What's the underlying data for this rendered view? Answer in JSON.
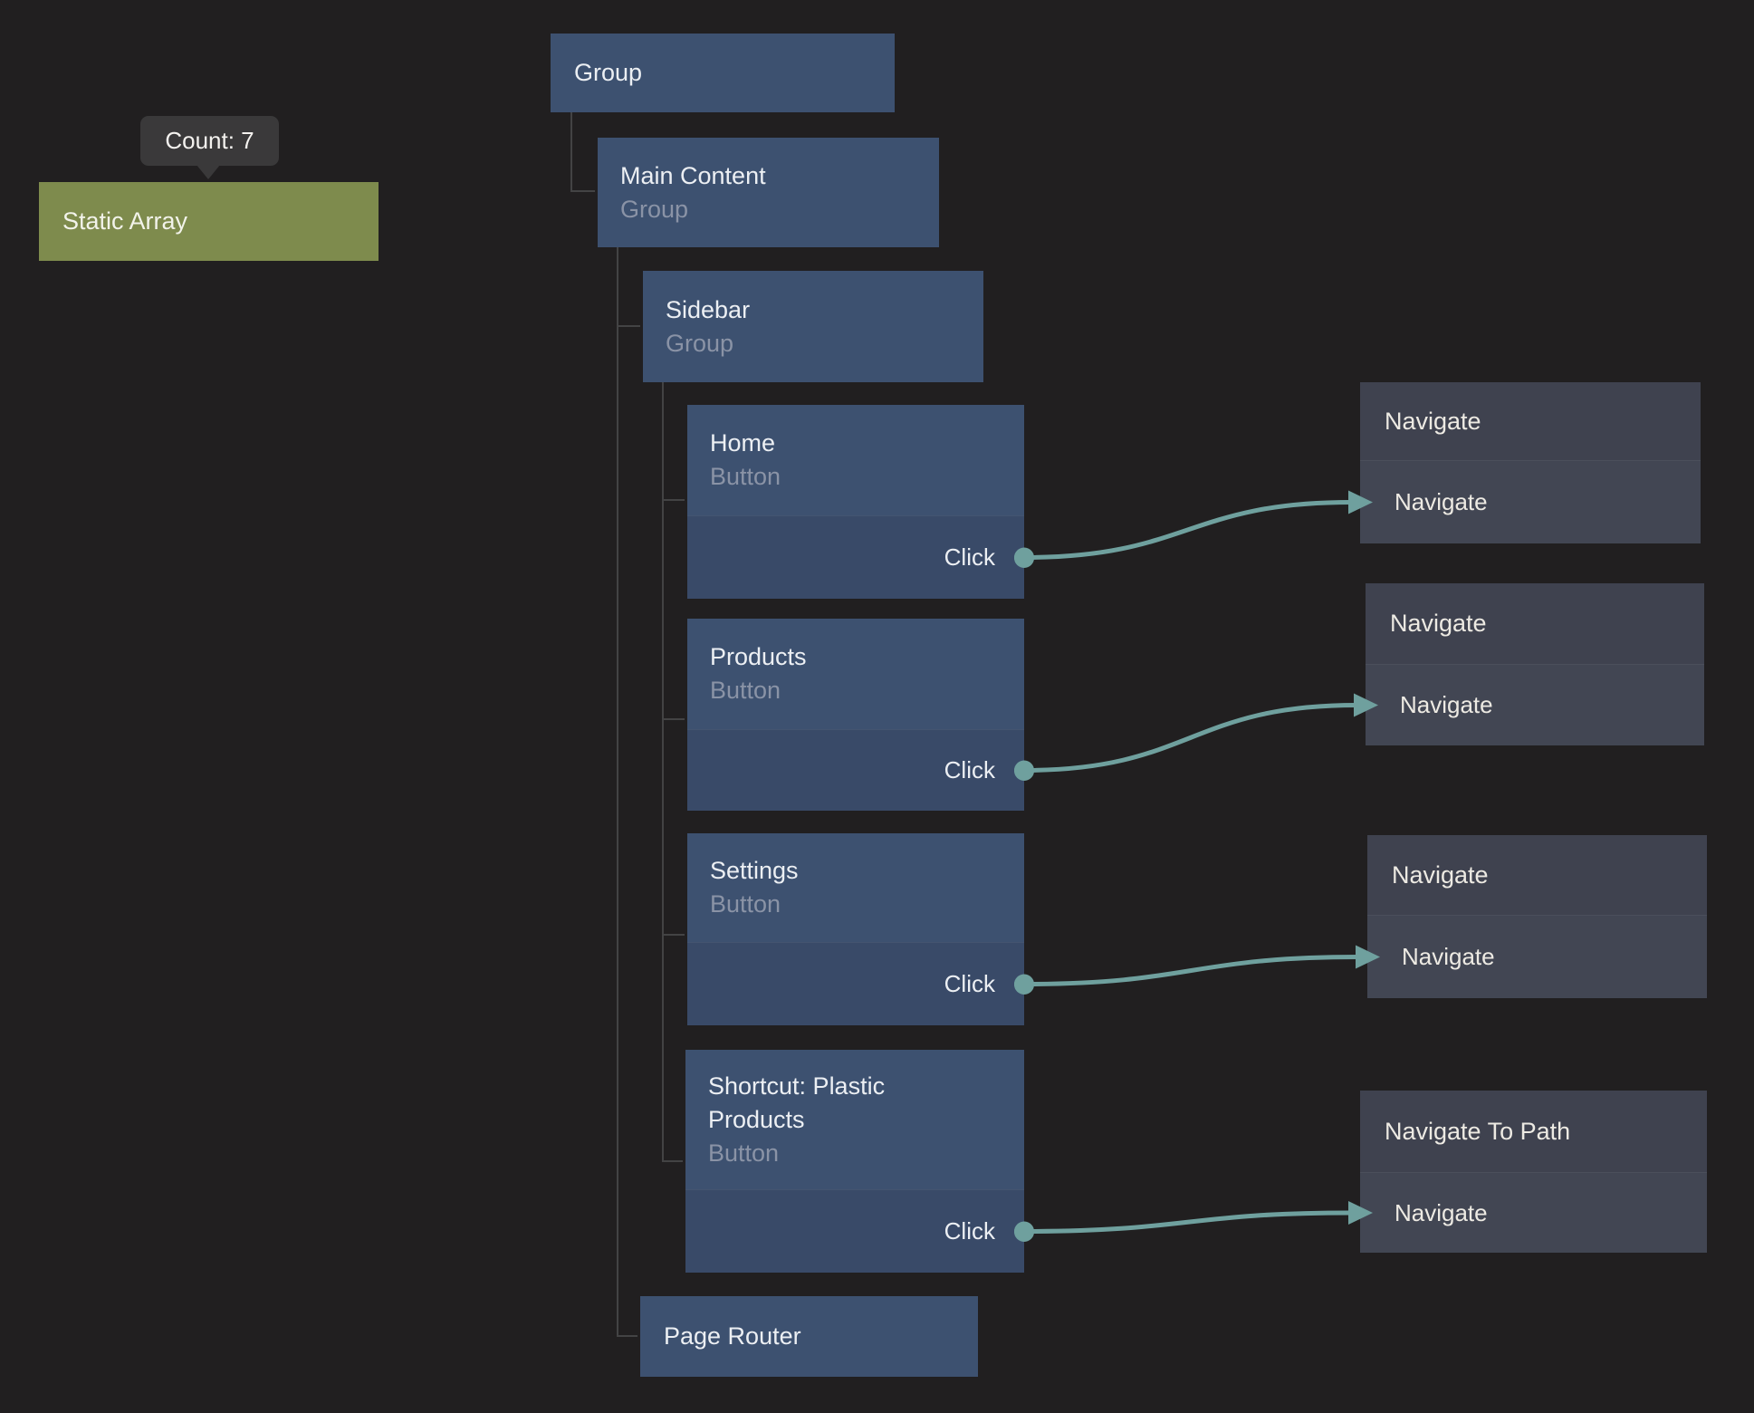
{
  "canvas": {
    "background_color": "#211F20",
    "wire_color": "#6FA09E",
    "tree_line_color": "#434344"
  },
  "tooltip": {
    "text": "Count: 7"
  },
  "nodes": {
    "static_array": {
      "title": "Static Array",
      "color": "#7E8B4D"
    },
    "group": {
      "title": "Group",
      "color": "#3D5170"
    },
    "main_content": {
      "title": "Main Content",
      "subtitle": "Group"
    },
    "sidebar": {
      "title": "Sidebar",
      "subtitle": "Group"
    },
    "home": {
      "title": "Home",
      "subtitle": "Button",
      "output": "Click"
    },
    "products": {
      "title": "Products",
      "subtitle": "Button",
      "output": "Click"
    },
    "settings": {
      "title": "Settings",
      "subtitle": "Button",
      "output": "Click"
    },
    "shortcut": {
      "title": "Shortcut: Plastic Products",
      "subtitle": "Button",
      "output": "Click"
    },
    "page_router": {
      "title": "Page Router"
    },
    "navigate_1": {
      "title": "Navigate",
      "input": "Navigate"
    },
    "navigate_2": {
      "title": "Navigate",
      "input": "Navigate"
    },
    "navigate_3": {
      "title": "Navigate",
      "input": "Navigate"
    },
    "navigate_to_path": {
      "title": "Navigate To Path",
      "input": "Navigate"
    }
  },
  "edges": [
    {
      "from": "home",
      "to": "navigate_1"
    },
    {
      "from": "products",
      "to": "navigate_2"
    },
    {
      "from": "settings",
      "to": "navigate_3"
    },
    {
      "from": "shortcut",
      "to": "navigate_to_path"
    }
  ]
}
